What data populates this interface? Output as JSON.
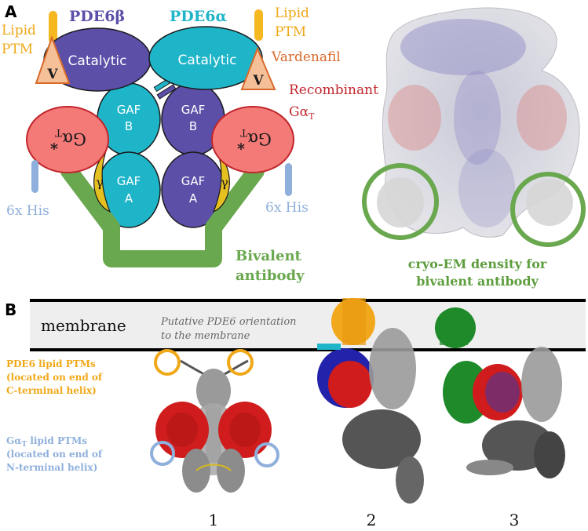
{
  "panel_a": {
    "letter": "A",
    "pde6b_label": "PDE6β",
    "pde6a_label": "PDE6α",
    "lipid_left_1": "Lipid",
    "lipid_left_2": "PTM",
    "lipid_right_1": "Lipid",
    "lipid_right_2": "PTM",
    "catalytic_left": "Catalytic",
    "catalytic_right": "Catalytic",
    "vardenafil": "Vardenafil",
    "v_marker": "V",
    "recombinant_1": "Recombinant",
    "recombinant_2": "Gα",
    "recombinant_sub": "T",
    "gaf_b_1": "GAF",
    "gaf_b_2": "B",
    "gaf_a_1": "GAF",
    "gaf_a_2": "A",
    "gamma": "γ",
    "galpha_main": "Gα",
    "galpha_sub": "T",
    "galpha_star": "*",
    "his_left": "6x His",
    "his_right": "6x His",
    "antibody_1": "Bivalent",
    "antibody_2": "antibody",
    "cryo_1": "cryo-EM density for",
    "cryo_2": "bivalent antibody"
  },
  "panel_b": {
    "letter": "B",
    "membrane": "membrane",
    "orientation_1": "Putative PDE6 orientation",
    "orientation_2": "to the membrane",
    "pde6_ptm_1": "PDE6 lipid PTMs",
    "pde6_ptm_2": "(located on end of",
    "pde6_ptm_3": "C-terminal helix)",
    "gt_ptm_1": "Gα",
    "gt_ptm_sub": "T",
    "gt_ptm_1b": " lipid PTMs",
    "gt_ptm_2": "(located on end of",
    "gt_ptm_3": "N-terminal helix)",
    "model_1": "1",
    "model_2": "2",
    "model_3": "3"
  },
  "colors": {
    "pde6b": "#5b4fa8",
    "pde6a": "#1fb5c9",
    "catalytic_beta": "#5b4fa8",
    "catalytic_alpha": "#1fb5c9",
    "lipid": "#f5b820",
    "vardenafil": "#d86a2a",
    "v_fill": "#f5c098",
    "recombinant": "#c0262c",
    "galpha_fill": "#f47a78",
    "gamma_fill": "#e6c020",
    "his_tag": "#8fb0dc",
    "antibody": "#6aa84f",
    "cryo_text": "#5e9e3e",
    "membrane_band": "#eeeeee",
    "orientation_text": "#666666",
    "pde6_ptm": "#f0a818",
    "gt_ptm": "#8fb0dc"
  }
}
